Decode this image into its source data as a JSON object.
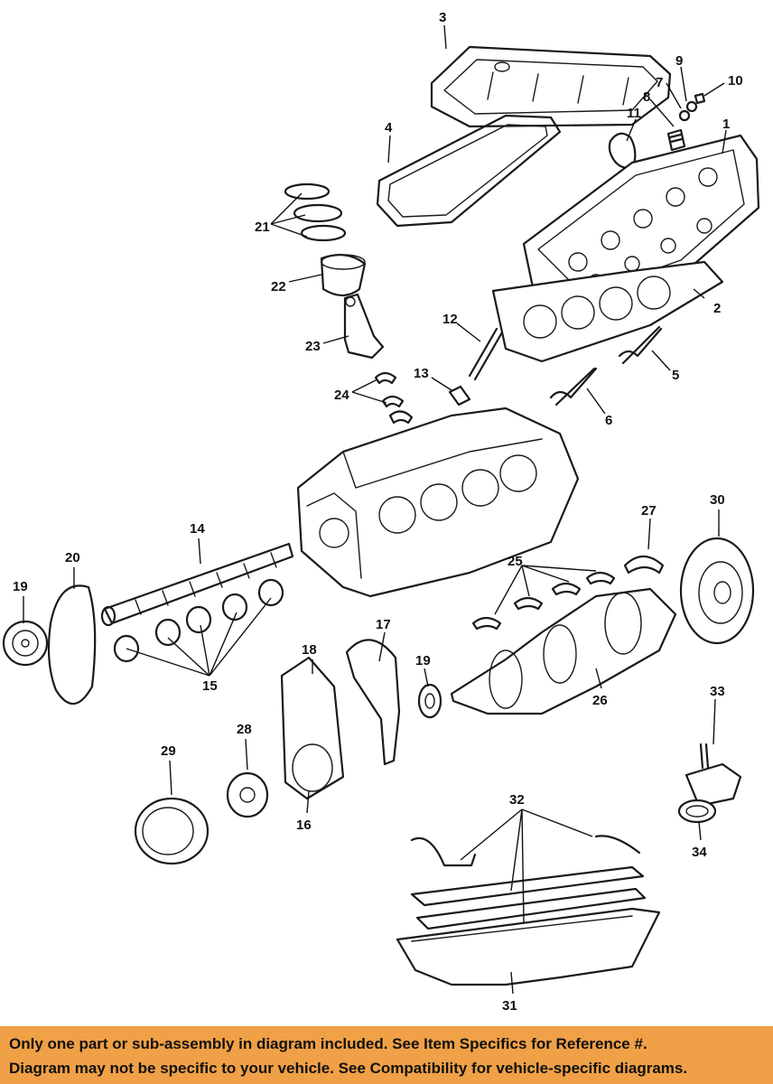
{
  "diagram": {
    "callouts": [
      {
        "id": "1",
        "label": "1"
      },
      {
        "id": "2",
        "label": "2"
      },
      {
        "id": "3",
        "label": "3"
      },
      {
        "id": "4",
        "label": "4"
      },
      {
        "id": "5",
        "label": "5"
      },
      {
        "id": "6",
        "label": "6"
      },
      {
        "id": "7",
        "label": "7"
      },
      {
        "id": "8",
        "label": "8"
      },
      {
        "id": "9",
        "label": "9"
      },
      {
        "id": "10",
        "label": "10"
      },
      {
        "id": "11",
        "label": "11"
      },
      {
        "id": "12",
        "label": "12"
      },
      {
        "id": "13",
        "label": "13"
      },
      {
        "id": "14",
        "label": "14"
      },
      {
        "id": "15",
        "label": "15"
      },
      {
        "id": "16",
        "label": "16"
      },
      {
        "id": "17",
        "label": "17"
      },
      {
        "id": "18",
        "label": "18"
      },
      {
        "id": "19a",
        "label": "19"
      },
      {
        "id": "19b",
        "label": "19"
      },
      {
        "id": "20",
        "label": "20"
      },
      {
        "id": "21",
        "label": "21"
      },
      {
        "id": "22",
        "label": "22"
      },
      {
        "id": "23",
        "label": "23"
      },
      {
        "id": "24",
        "label": "24"
      },
      {
        "id": "25",
        "label": "25"
      },
      {
        "id": "26",
        "label": "26"
      },
      {
        "id": "27",
        "label": "27"
      },
      {
        "id": "28",
        "label": "28"
      },
      {
        "id": "29",
        "label": "29"
      },
      {
        "id": "30",
        "label": "30"
      },
      {
        "id": "31",
        "label": "31"
      },
      {
        "id": "32",
        "label": "32"
      },
      {
        "id": "33",
        "label": "33"
      },
      {
        "id": "34",
        "label": "34"
      }
    ]
  },
  "banner": {
    "line1": "Only one part or sub-assembly in diagram included. See Item Specifics for Reference #.",
    "line2": "Diagram may not be specific to your vehicle. See Compatibility for vehicle-specific diagrams.",
    "background": "#f0a046"
  }
}
